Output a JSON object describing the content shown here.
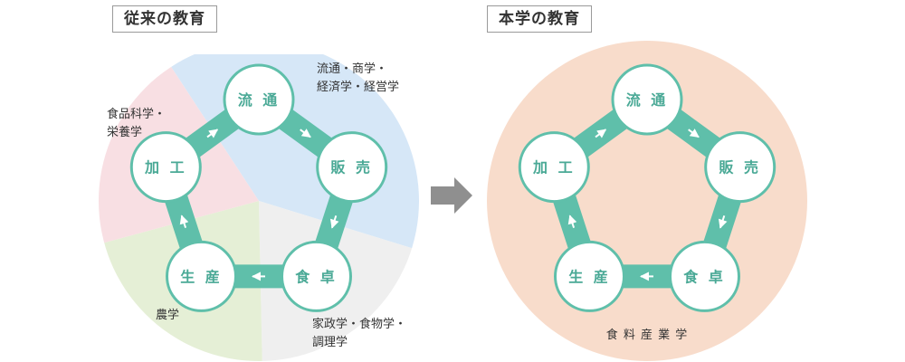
{
  "colors": {
    "ring": "#5fbfaa",
    "node_border": "#5fbfaa",
    "node_text": "#4aa996",
    "arrow": "#ffffff",
    "sector_distribution": "#d6e7f7",
    "sector_cooking": "#efefef",
    "sector_agriculture": "#e5efd6",
    "sector_food_science": "#f8dfe3",
    "integrated_circle": "#f8dccb",
    "transition_arrow": "#8f8f8f",
    "label_text": "#333333"
  },
  "left_panel": {
    "title": "従来の教育",
    "cycle_nodes": [
      "流 通",
      "販 売",
      "食 卓",
      "生 産",
      "加 工"
    ],
    "sectors": {
      "distribution": [
        "流通・商学・",
        "経済学・経営学"
      ],
      "cooking": [
        "家政学・食物学・",
        "調理学"
      ],
      "agriculture": [
        "農学"
      ],
      "food_science": [
        "食品科学・",
        "栄養学"
      ]
    }
  },
  "right_panel": {
    "title": "本学の教育",
    "cycle_nodes": [
      "流 通",
      "販 売",
      "食 卓",
      "生 産",
      "加 工"
    ],
    "field_label": "食 料 産 業 学"
  },
  "transition_arrow_icon": "arrow-right-icon"
}
